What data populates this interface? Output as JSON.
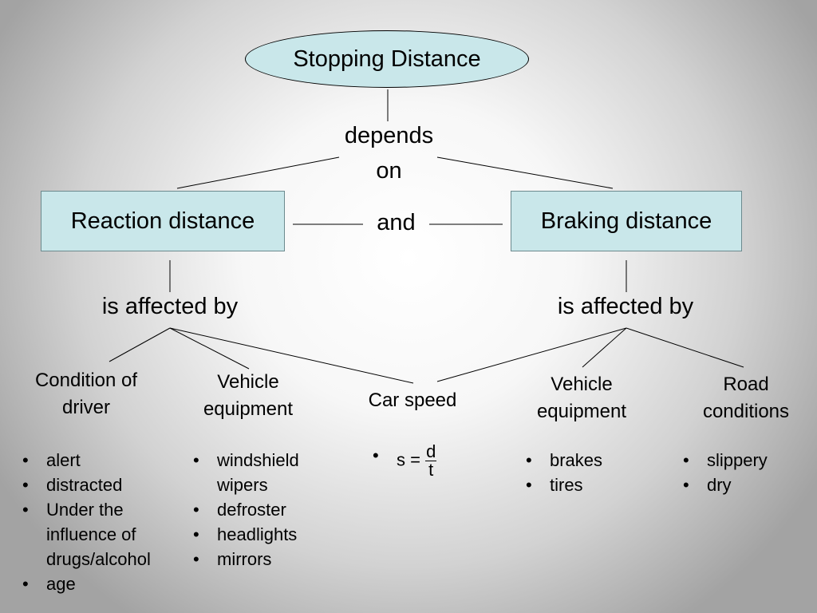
{
  "title": "Stopping Distance",
  "depends_on": [
    "depends",
    "on"
  ],
  "reaction": "Reaction distance",
  "and": "and",
  "braking": "Braking distance",
  "affected_left": "is affected by",
  "affected_right": "is affected by",
  "factors": {
    "condition_driver": [
      "Condition of",
      "driver"
    ],
    "vehicle_equipment_left": [
      "Vehicle",
      "equipment"
    ],
    "car_speed": "Car speed",
    "vehicle_equipment_right": [
      "Vehicle",
      "equipment"
    ],
    "road_conditions": [
      "Road",
      "conditions"
    ]
  },
  "lists": {
    "driver": [
      "alert",
      "distracted",
      "Under the influence of drugs/alcohol",
      "age"
    ],
    "equipment_left": [
      "windshield wipers",
      "defroster",
      "headlights",
      "mirrors"
    ],
    "speed_formula": {
      "lhs": "s =",
      "numerator": "d",
      "denominator": "t"
    },
    "equipment_right": [
      "brakes",
      "tires"
    ],
    "road": [
      "slippery",
      "dry"
    ]
  }
}
